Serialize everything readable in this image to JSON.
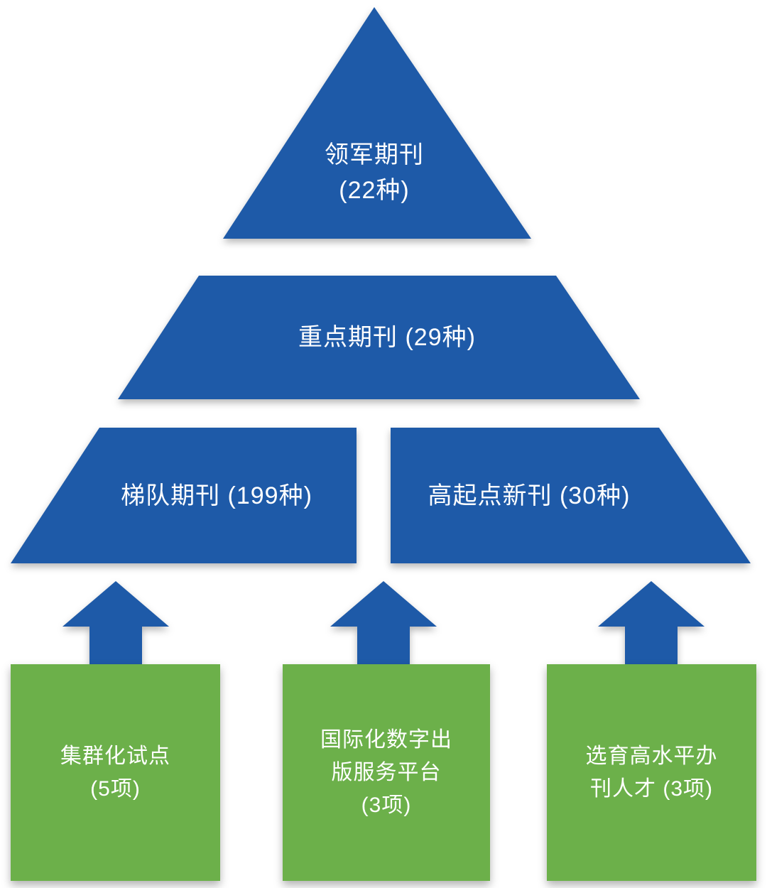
{
  "colors": {
    "pyramid_blue": "#1e5aa8",
    "arrow_blue": "#1e5aa8",
    "box_green": "#6cb04a",
    "text_white": "#ffffff"
  },
  "pyramid": {
    "tier_top": {
      "lines": [
        "领军期刊",
        "(22种)"
      ]
    },
    "tier_middle": {
      "label": "重点期刊 (29种)"
    },
    "tier_bottom_left": {
      "label": "梯队期刊 (199种)"
    },
    "tier_bottom_right": {
      "label": "高起点新刊 (30种)"
    }
  },
  "foundations": [
    {
      "lines": [
        "集群化试点",
        "(5项)"
      ]
    },
    {
      "lines": [
        "国际化数字出",
        "版服务平台",
        "(3项)"
      ]
    },
    {
      "lines": [
        "选育高水平办",
        "刊人才 (3项)"
      ]
    }
  ]
}
